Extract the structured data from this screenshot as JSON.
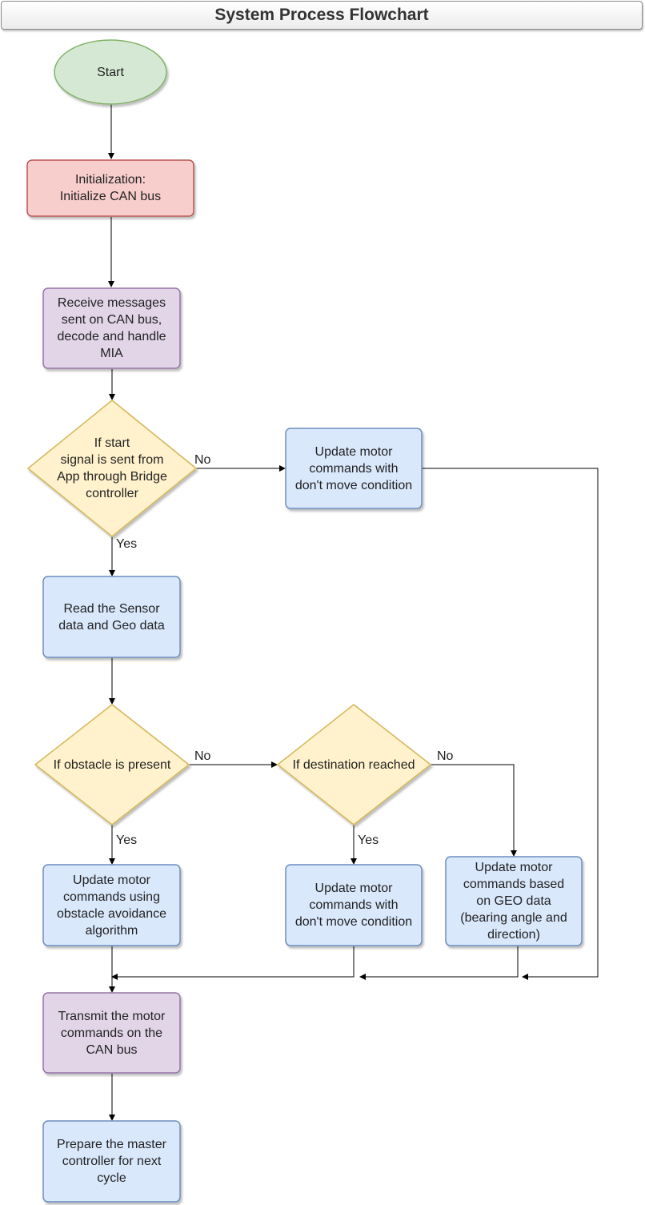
{
  "title": "System Process Flowchart",
  "colors": {
    "start_fill": "#d5e8d4",
    "start_stroke": "#82b366",
    "init_fill": "#f8cecc",
    "init_stroke": "#b85450",
    "purple_fill": "#e1d5e7",
    "purple_stroke": "#9673a6",
    "blue_fill": "#dae8fc",
    "blue_stroke": "#6c8ebf",
    "decision_fill": "#fff2cc",
    "decision_stroke": "#d6b656",
    "line": "#000000"
  },
  "nodes": {
    "start": "Start",
    "init": "Initialization:\nInitialize CAN bus",
    "receive": "Receive messages\nsent on CAN bus,\ndecode and handle\nMIA",
    "start_signal": "If start\nsignal is sent from\nApp through Bridge\ncontroller",
    "dont_move_top": "Update motor\ncommands with\ndon't move condition",
    "read": "Read the Sensor\ndata and Geo data",
    "obstacle": "If obstacle is present",
    "destination": "If destination reached",
    "avoidance": "Update motor\ncommands using\nobstacle avoidance\nalgorithm",
    "dont_move_mid": "Update motor\ncommands with\ndon't move condition",
    "geo": "Update motor\ncommands based\non GEO data\n(bearing angle and\ndirection)",
    "transmit": "Transmit the motor\ncommands on the\nCAN bus",
    "prepare": "Prepare the master\ncontroller for next\ncycle"
  },
  "edge_labels": {
    "start_no": "No",
    "start_yes": "Yes",
    "obstacle_no": "No",
    "obstacle_yes": "Yes",
    "dest_no": "No",
    "dest_yes": "Yes"
  }
}
